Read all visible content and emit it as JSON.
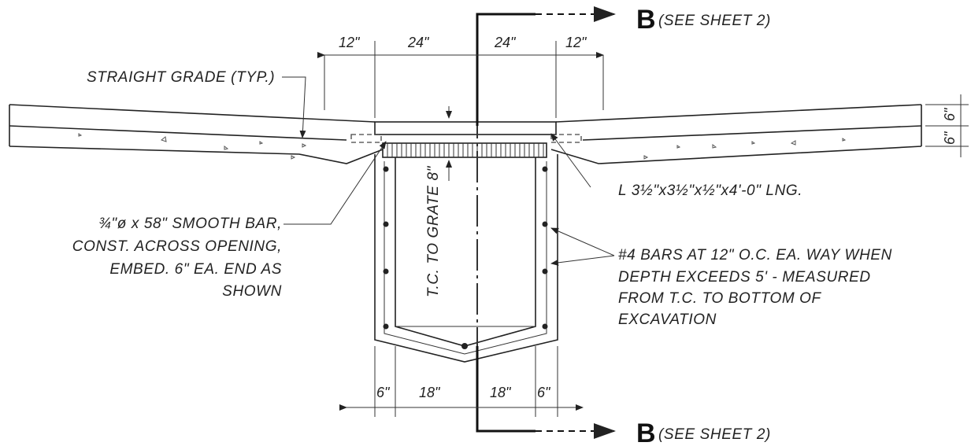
{
  "section_marks": {
    "top_letter": "B",
    "top_ref": "(SEE SHEET 2)",
    "bottom_letter": "B",
    "bottom_ref": "(SEE SHEET 2)"
  },
  "top_dimensions": [
    "12\"",
    "24\"",
    "24\"",
    "12\""
  ],
  "right_dimensions": [
    "6\"",
    "6\""
  ],
  "bottom_dimensions": [
    "6\"",
    "18\"",
    "18\"",
    "6\""
  ],
  "notes": {
    "straight_grade": "STRAIGHT GRADE (TYP.)",
    "angle_iron": "L 3½\"x3½\"x½\"x4'-0\" LNG.",
    "grate_depth": "T.C. TO GRATE 8\"",
    "smooth_bar": [
      "¾\"ø x 58\" SMOOTH BAR,",
      "CONST. ACROSS OPENING,",
      "EMBED. 6\" EA. END AS",
      "SHOWN"
    ],
    "bars": [
      "#4 BARS AT 12\" O.C. EA. WAY WHEN",
      "DEPTH EXCEEDS 5' - MEASURED",
      "FROM T.C. TO BOTTOM OF",
      "EXCAVATION"
    ]
  }
}
